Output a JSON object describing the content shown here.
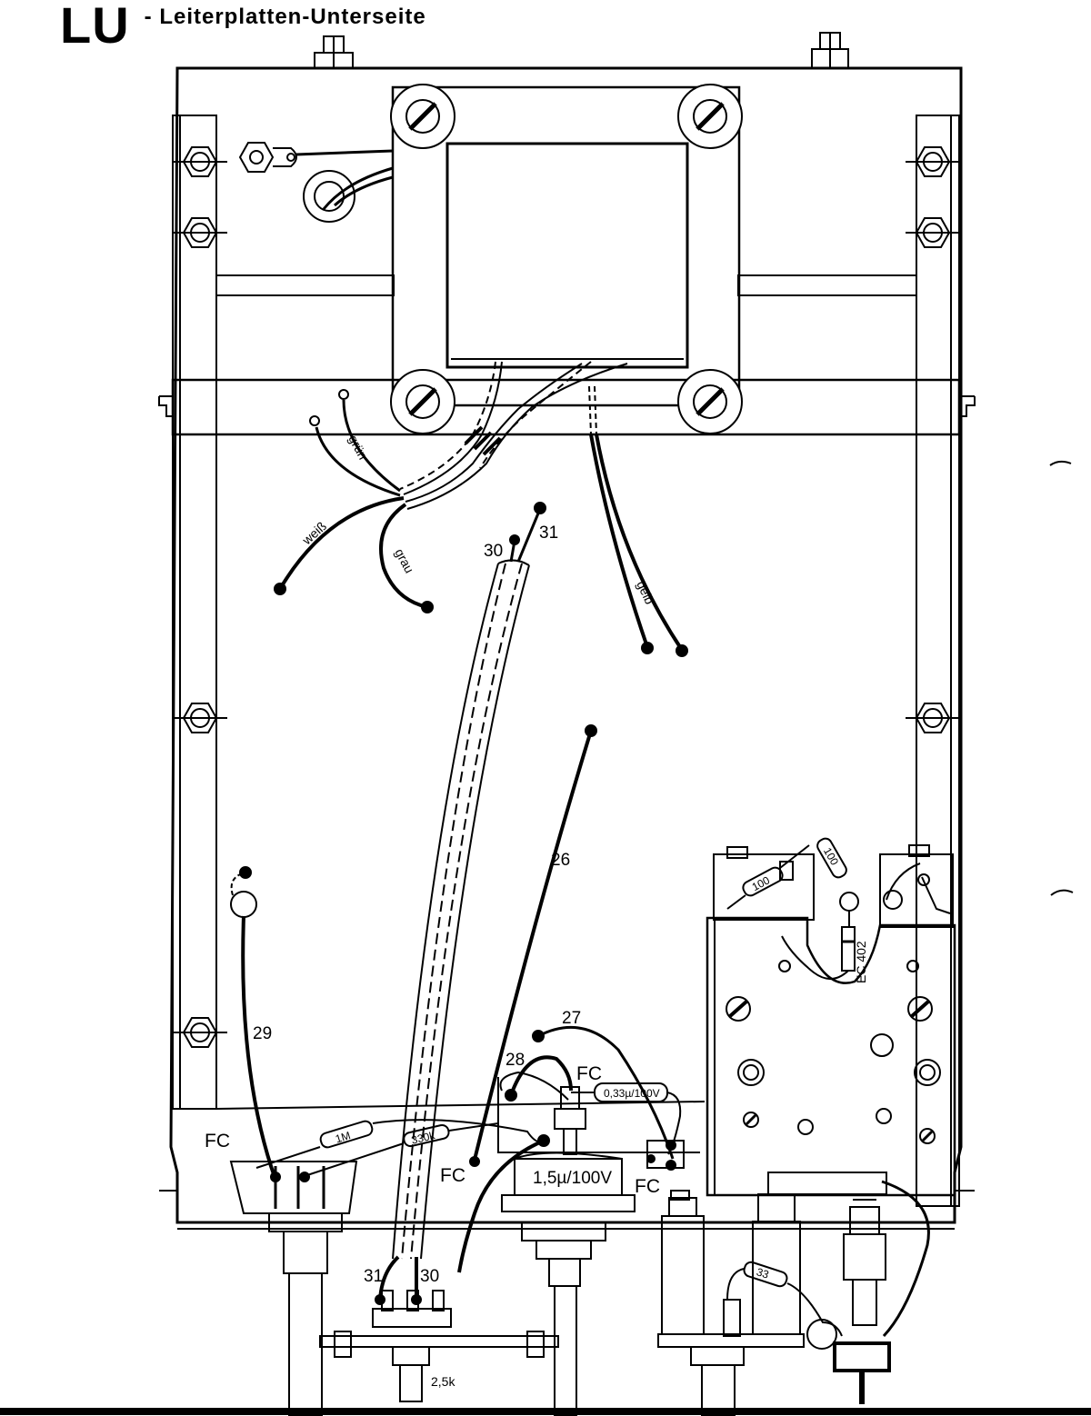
{
  "title": {
    "code": "LU",
    "subtitle": "- Leiterplatten-Unterseite"
  },
  "wire_colors": {
    "green": "grün",
    "white": "weiß",
    "grey": "grau",
    "yellow": "gelb"
  },
  "wire_numbers": {
    "w26": "26",
    "w27": "27",
    "w28": "28",
    "w29": "29",
    "w30_top": "30",
    "w31_top": "31",
    "w30_bottom": "30",
    "w31_bottom": "31"
  },
  "components": {
    "r_1m": "1M",
    "r_330k": "330k",
    "c_033": "0,33µ/100V",
    "c_15": "1,5µ/100V",
    "r_100a": "100",
    "r_100b": "100",
    "r_33": "33",
    "diode": "EC 402",
    "pot": "2,5k"
  },
  "markers": {
    "fc_1": "FC",
    "fc_2": "FC",
    "fc_3": "FC",
    "fc_4": "FC"
  },
  "colors": {
    "ink": "#000000",
    "paper": "#ffffff"
  }
}
